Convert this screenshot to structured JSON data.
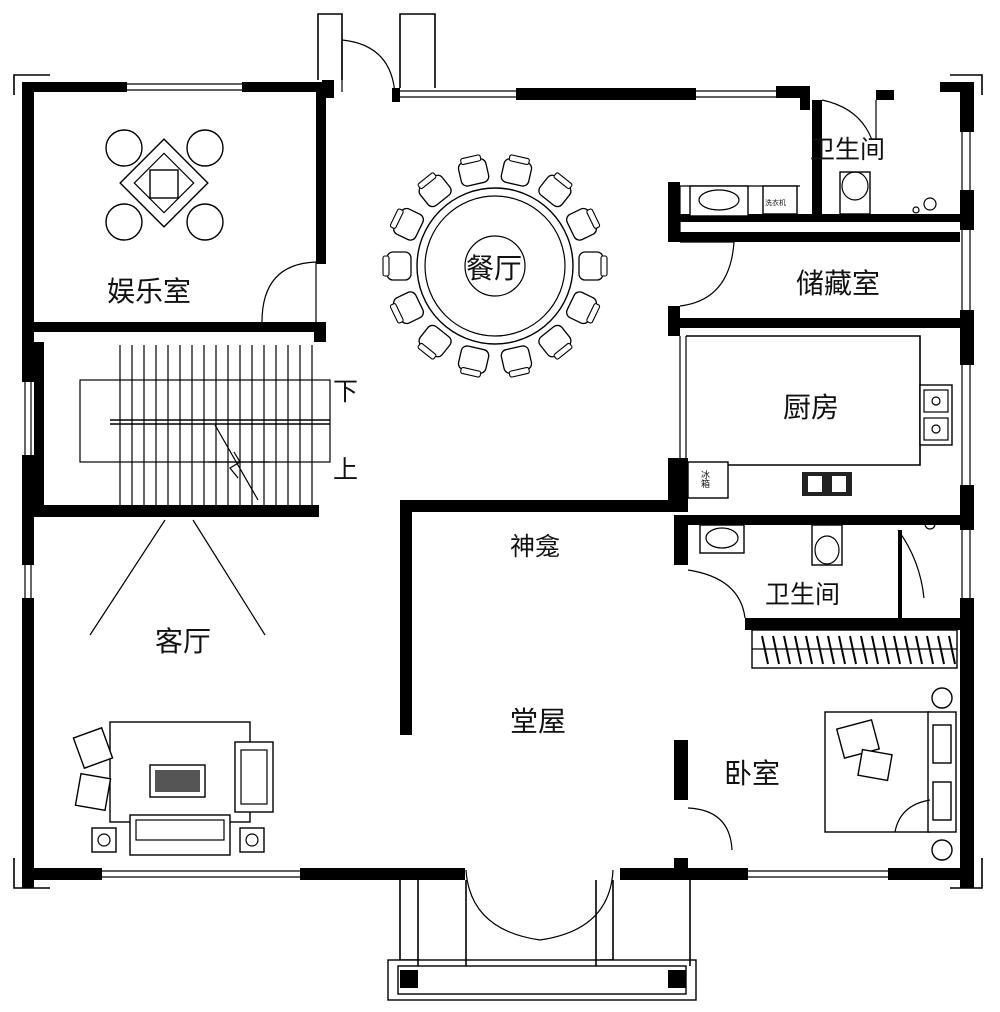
{
  "rooms": {
    "entertainment": "娱乐室",
    "dining": "餐厅",
    "bathroom_top": "卫生间",
    "storage": "储藏室",
    "kitchen": "厨房",
    "shrine": "神龛",
    "bathroom_mid": "卫生间",
    "living": "客厅",
    "main_hall": "堂屋",
    "bedroom": "卧室"
  },
  "stairs": {
    "down": "下",
    "up": "上"
  },
  "fixtures": {
    "fridge": "冰箱",
    "washer": "洗衣机"
  }
}
